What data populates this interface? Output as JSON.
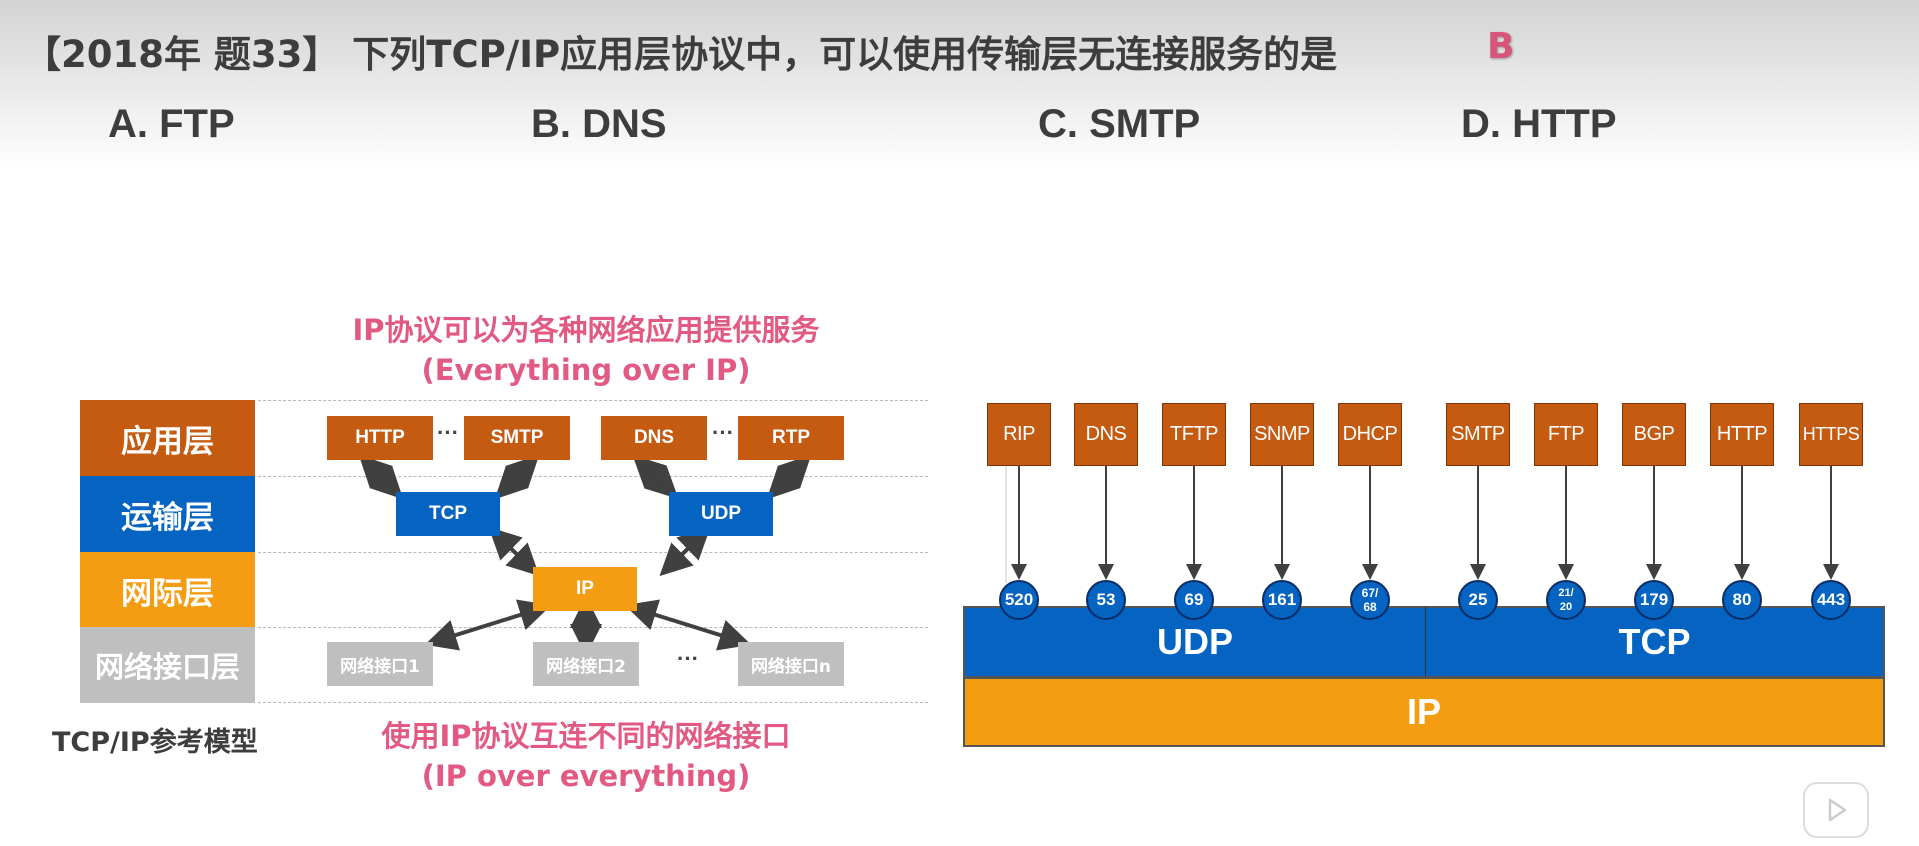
{
  "question": {
    "text": "【2018年 题33】 下列TCP/IP应用层协议中，可以使用传输层无连接服务的是",
    "answer": "B",
    "options": [
      "A. FTP",
      "B. DNS",
      "C. SMTP",
      "D. HTTP"
    ]
  },
  "left_diagram": {
    "top_note": [
      "IP协议可以为各种网络应用提供服务",
      "(Everything over IP)"
    ],
    "bottom_note": [
      "使用IP协议互连不同的网络接口",
      "(IP over everything)"
    ],
    "layers": [
      "应用层",
      "运输层",
      "网际层",
      "网络接口层"
    ],
    "app_protocols": [
      "HTTP",
      "SMTP",
      "DNS",
      "RTP"
    ],
    "transport": [
      "TCP",
      "UDP"
    ],
    "network": "IP",
    "interfaces": [
      "网络接口1",
      "网络接口2",
      "网络接口n"
    ],
    "ellipsis": "···",
    "model_label": "TCP/IP参考模型",
    "colors": {
      "app": "#c55a11",
      "transport": "#0563c1",
      "network": "#f59d12",
      "interface": "#bfbfbf",
      "note": "#e25a83"
    }
  },
  "right_diagram": {
    "udp_apps": [
      {
        "name": "RIP",
        "port": "520"
      },
      {
        "name": "DNS",
        "port": "53"
      },
      {
        "name": "TFTP",
        "port": "69"
      },
      {
        "name": "SNMP",
        "port": "161"
      },
      {
        "name": "DHCP",
        "port_line1": "67/",
        "port_line2": "68"
      }
    ],
    "tcp_apps": [
      {
        "name": "SMTP",
        "port": "25"
      },
      {
        "name": "FTP",
        "port_line1": "21/",
        "port_line2": "20"
      },
      {
        "name": "BGP",
        "port": "179"
      },
      {
        "name": "HTTP",
        "port": "80"
      },
      {
        "name": "HTTPS",
        "port": "443"
      }
    ],
    "udp_label": "UDP",
    "tcp_label": "TCP",
    "ip_label": "IP"
  }
}
